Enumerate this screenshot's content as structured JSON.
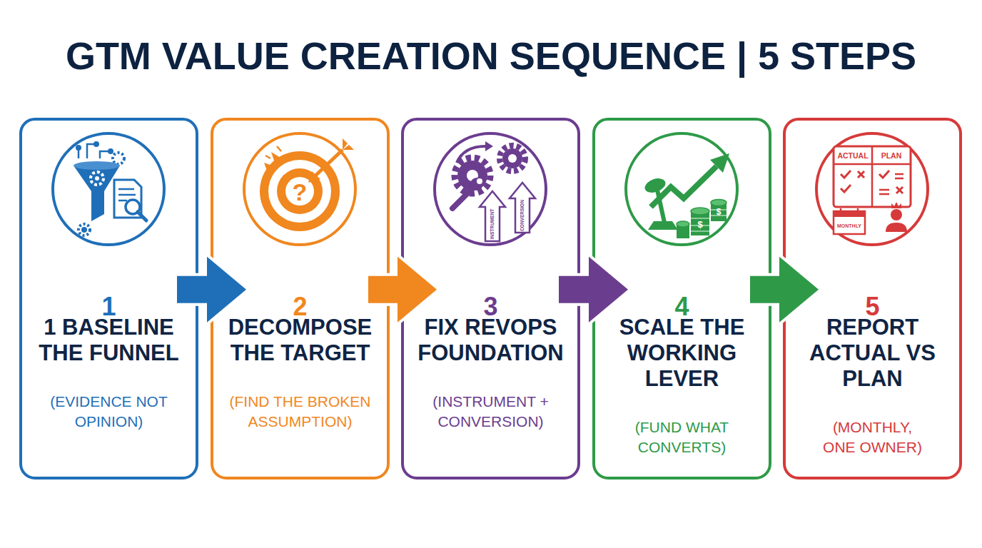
{
  "diagram": {
    "title": "GTM VALUE CREATION SEQUENCE | 5 STEPS",
    "nodes": [
      {
        "text": [
          "1",
          "1 BASELINE THE FUNNEL",
          "(EVIDENCE NOT OPINION)"
        ]
      },
      {
        "text": [
          "2",
          "DECOMPOSE THE TARGET",
          "(FIND THE BROKEN ASSUMPTION)"
        ]
      },
      {
        "text": [
          "3",
          "FIX REVOPS FOUNDATION",
          "(INSTRUMENT + CONVERSION)"
        ]
      },
      {
        "text": [
          "4",
          "SCALE THE WORKING LEVER",
          "(FUND WHAT CONVERTS)"
        ]
      },
      {
        "text": [
          "5",
          "REPORT ACTUAL VS PLAN",
          "(MONTHLY, ONE OWNER)"
        ]
      }
    ],
    "edges": [
      {
        "from": 0,
        "to": 1,
        "arrow": "to"
      },
      {
        "from": 1,
        "to": 2,
        "arrow": "to"
      },
      {
        "from": 2,
        "to": 3,
        "arrow": "to"
      },
      {
        "from": 3,
        "to": 4,
        "arrow": "to"
      }
    ],
    "labels": [
      "?",
      "INSTRUMENT",
      "CONVERSION",
      "$",
      "$",
      "ACTUAL",
      "PLAN",
      "MONTHLY"
    ]
  }
}
